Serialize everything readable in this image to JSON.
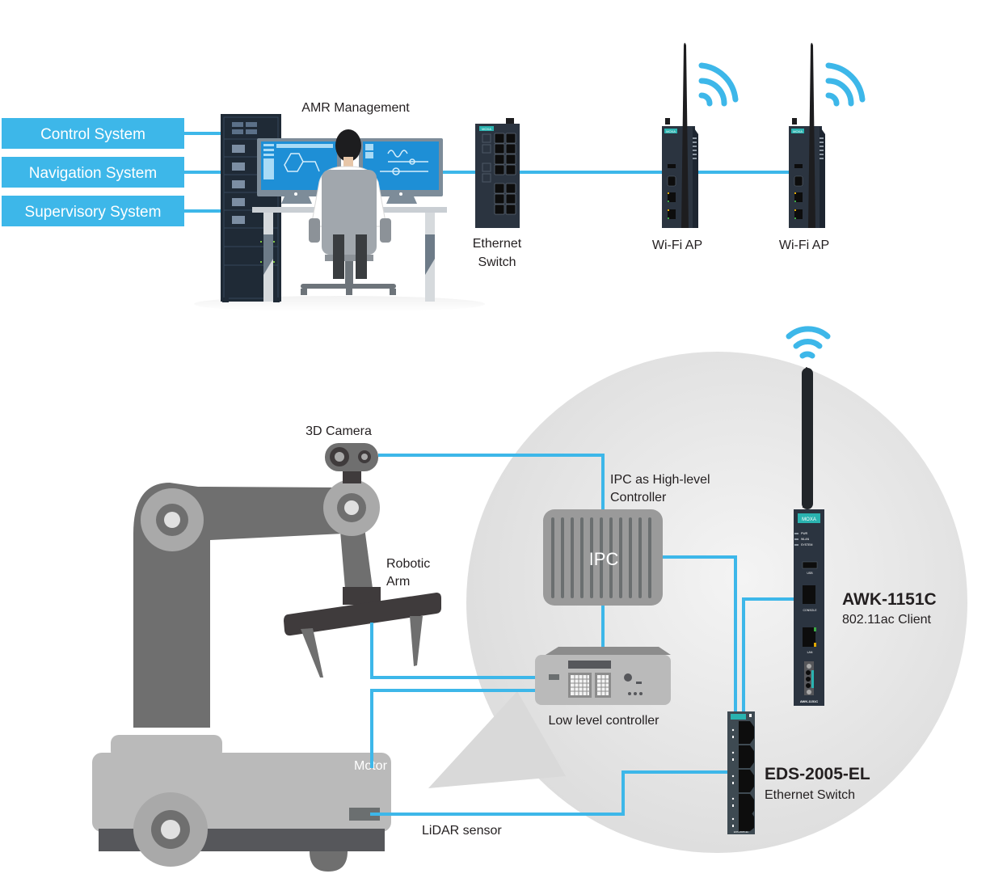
{
  "colors": {
    "accent": "#3db7e9",
    "device_dark": "#2b3440",
    "moxa_teal": "#2ab3b0",
    "robot_dark_gray": "#6f6f6f",
    "robot_light_gray": "#bababa",
    "bubble_gray": "#ececec",
    "text": "#231f20"
  },
  "top_section": {
    "system_boxes": [
      {
        "label": "Control System"
      },
      {
        "label": "Navigation System"
      },
      {
        "label": "Supervisory System"
      }
    ],
    "amr_management_label": "AMR Management",
    "ethernet_switch": {
      "line1": "Ethernet",
      "line2": "Switch",
      "brand": "MOXA"
    },
    "wifi_aps": [
      {
        "label": "Wi-Fi AP",
        "brand": "MOXA"
      },
      {
        "label": "Wi-Fi AP",
        "brand": "MOXA"
      }
    ]
  },
  "bottom_section": {
    "camera_label": "3D Camera",
    "robotic_arm_label": {
      "line1": "Robotic",
      "line2": "Arm"
    },
    "ipc": {
      "text": "IPC",
      "caption_line1": "IPC as High-level",
      "caption_line2": "Controller"
    },
    "low_level_controller_label": "Low level controller",
    "motor_label": "Motor",
    "lidar_label": "LiDAR sensor",
    "awk": {
      "model": "AWK-1151C",
      "description": "802.11ac Client",
      "brand": "MOXA",
      "leds": [
        "PWR",
        "WLAN",
        "SYSTEM"
      ],
      "ports": [
        "USB",
        "CONSOLE",
        "LAN"
      ],
      "bottom_label": "AWK-1151C"
    },
    "eds": {
      "model": "EDS-2005-EL",
      "description": "Ethernet Switch",
      "bottom_label": "EDS-2005-EL"
    }
  }
}
